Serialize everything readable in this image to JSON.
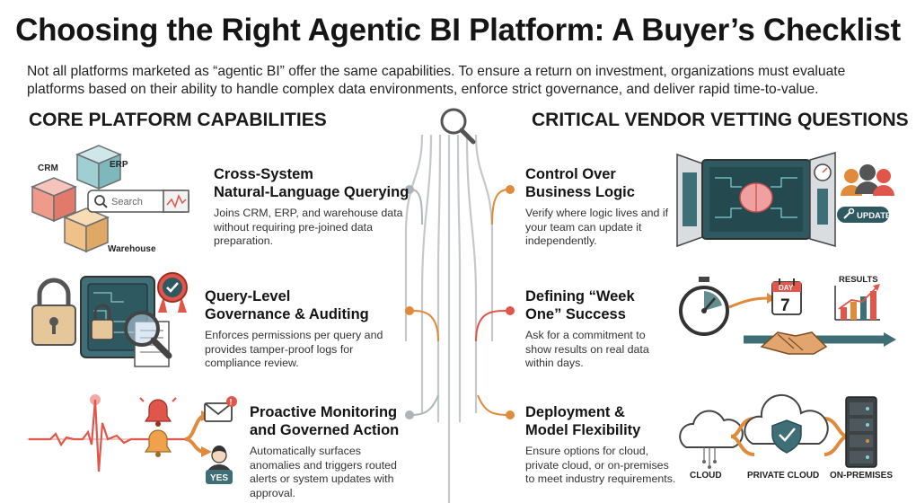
{
  "title": "Choosing the Right Agentic BI Platform: A Buyer’s Checklist",
  "intro": "Not all platforms marketed as “agentic BI” offer the same capabilities. To ensure a return on investment, organizations must evaluate platforms based on their ability to handle complex data environments, enforce strict governance, and deliver rapid time-to-value.",
  "left": {
    "heading": "CORE PLATFORM CAPABILITIES",
    "items": [
      {
        "title_line1": "Cross-System",
        "title_line2": "Natural-Language Querying",
        "desc": "Joins CRM, ERP, and warehouse data without requiring pre-joined data preparation."
      },
      {
        "title_line1": "Query-Level",
        "title_line2": "Governance & Auditing",
        "desc": "Enforces permissions per query and provides tamper-proof logs for compliance review."
      },
      {
        "title_line1": "Proactive Monitoring",
        "title_line2": "and Governed Action",
        "desc": "Automatically surfaces anomalies and triggers routed alerts or system updates with approval."
      }
    ]
  },
  "right": {
    "heading": "CRITICAL VENDOR VETTING QUESTIONS",
    "items": [
      {
        "title_line1": "Control Over",
        "title_line2": "Business Logic",
        "desc": "Verify where logic lives and if your team can update it independently."
      },
      {
        "title_line1": "Defining “Week",
        "title_line2": "One” Success",
        "desc": "Ask for a commitment to show results on real data within days."
      },
      {
        "title_line1": "Deployment &",
        "title_line2": "Model Flexibility",
        "desc": "Ensure options for cloud, private cloud, or on-premises to meet industry requirements."
      }
    ]
  },
  "illustrations": {
    "crm": "CRM",
    "erp": "ERP",
    "warehouse": "Warehouse",
    "search": "Search",
    "update": "UPDATE",
    "day": "DAY",
    "day_number": "7",
    "results": "RESULTS",
    "yes": "YES",
    "cloud": "CLOUD",
    "private_cloud": "PRIVATE CLOUD",
    "on_premises": "ON-PREMISES"
  },
  "colors": {
    "accent_orange": "#e08a3c",
    "accent_red": "#e0564a",
    "teal": "#3f6f76",
    "gray_line": "#b9bec2"
  }
}
